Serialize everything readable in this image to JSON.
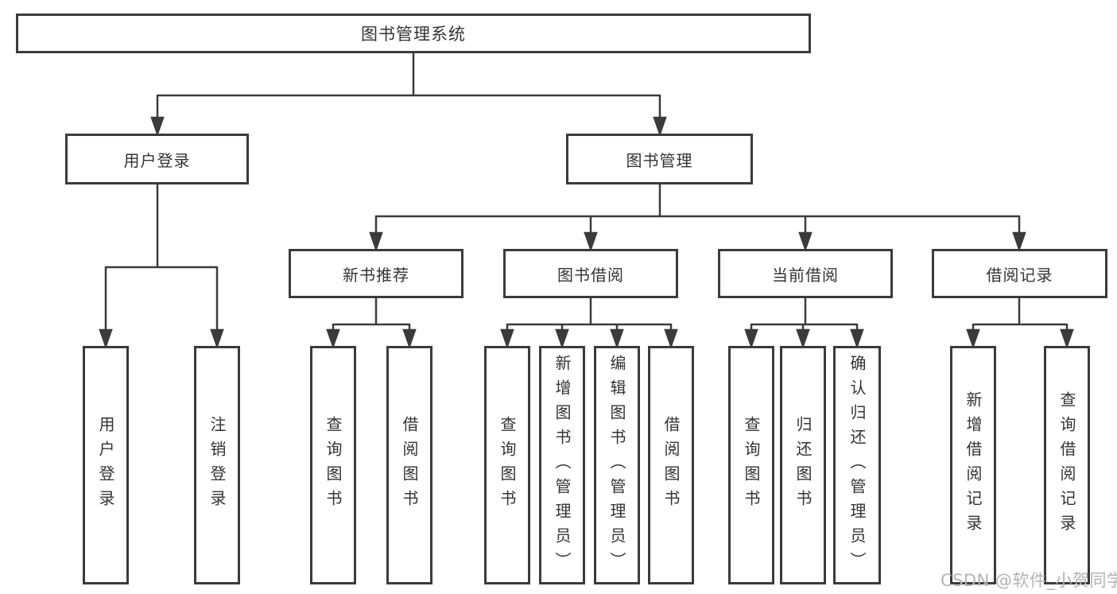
{
  "diagram": {
    "root": {
      "label": "图书管理系统"
    },
    "branches": [
      {
        "label": "用户登录",
        "children": [
          "用户登录",
          "注销登录"
        ]
      },
      {
        "label": "图书管理",
        "groups": [
          {
            "label": "新书推荐",
            "children": [
              "查询图书",
              "借阅图书"
            ]
          },
          {
            "label": "图书借阅",
            "children": [
              "查询图书",
              "新增图书（管理员）",
              "编辑图书（管理员）",
              "借阅图书"
            ]
          },
          {
            "label": "当前借阅",
            "children": [
              "查询图书",
              "归还图书",
              "确认归还（管理员）"
            ]
          },
          {
            "label": "借阅记录",
            "children": [
              "新增借阅记录",
              "查询借阅记录"
            ]
          }
        ]
      }
    ]
  },
  "watermark": {
    "text": "CSDN @软件_小贺同学",
    "color": "#b3b3b3"
  },
  "colors": {
    "line": "#3b3b3b",
    "text": "#333333",
    "background": "#ffffff"
  }
}
